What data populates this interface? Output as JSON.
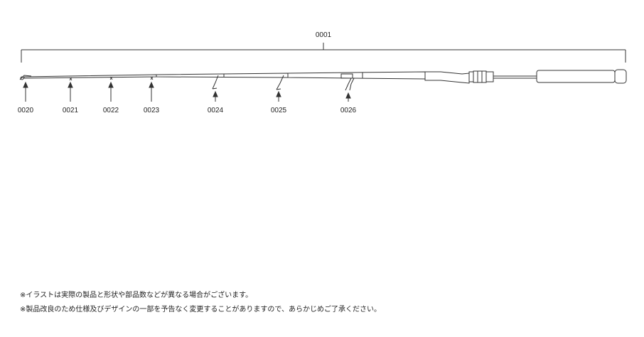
{
  "diagram": {
    "overall_label": "0001",
    "parts": [
      {
        "id": "tip",
        "label": "0020"
      },
      {
        "id": "guide-1",
        "label": "0021"
      },
      {
        "id": "guide-2",
        "label": "0022"
      },
      {
        "id": "guide-3",
        "label": "0023"
      },
      {
        "id": "guide-4",
        "label": "0024"
      },
      {
        "id": "guide-5",
        "label": "0025"
      },
      {
        "id": "guide-6",
        "label": "0026"
      }
    ]
  },
  "notes": [
    "※イラストは実際の製品と形状や部品数などが異なる場合がございます。",
    "※製品改良のため仕様及びデザインの一部を予告なく変更することがありますので、あらかじめご了承ください。"
  ],
  "colors": {
    "line": "#333333",
    "text": "#222222",
    "background": "#ffffff"
  }
}
